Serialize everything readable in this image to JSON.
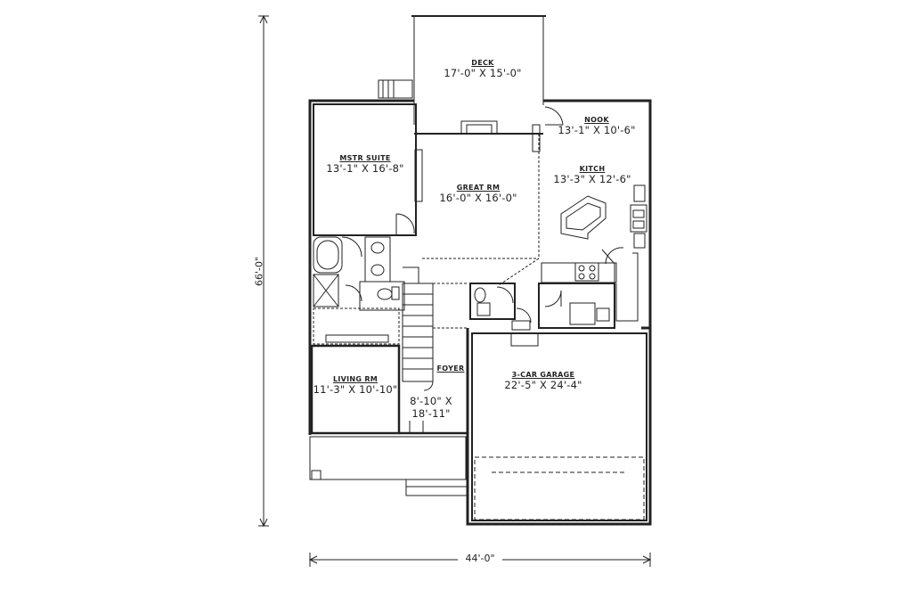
{
  "rooms": {
    "deck": {
      "name": "DECK",
      "dim": "17'-0\" X 15'-0\""
    },
    "nook": {
      "name": "NOOK",
      "dim": "13'-1\" X 10'-6\""
    },
    "kitchen": {
      "name": "KITCH",
      "dim": "13'-3\" X 12'-6\""
    },
    "master": {
      "name": "MSTR SUITE",
      "dim": "13'-1\" X 16'-8\""
    },
    "great": {
      "name": "GREAT RM",
      "dim": "16'-0\" X 16'-0\""
    },
    "living": {
      "name": "LIVING RM",
      "dim": "11'-3\" X 10'-10\""
    },
    "foyer": {
      "name": "FOYER",
      "dim1": "8'-10\" X",
      "dim2": "18'-11\""
    },
    "garage": {
      "name": "3-CAR GARAGE",
      "dim": "22'-5\" X 24'-4\""
    }
  },
  "dimensions": {
    "overall_depth": "66'-0\"",
    "overall_width": "44'-0\""
  }
}
